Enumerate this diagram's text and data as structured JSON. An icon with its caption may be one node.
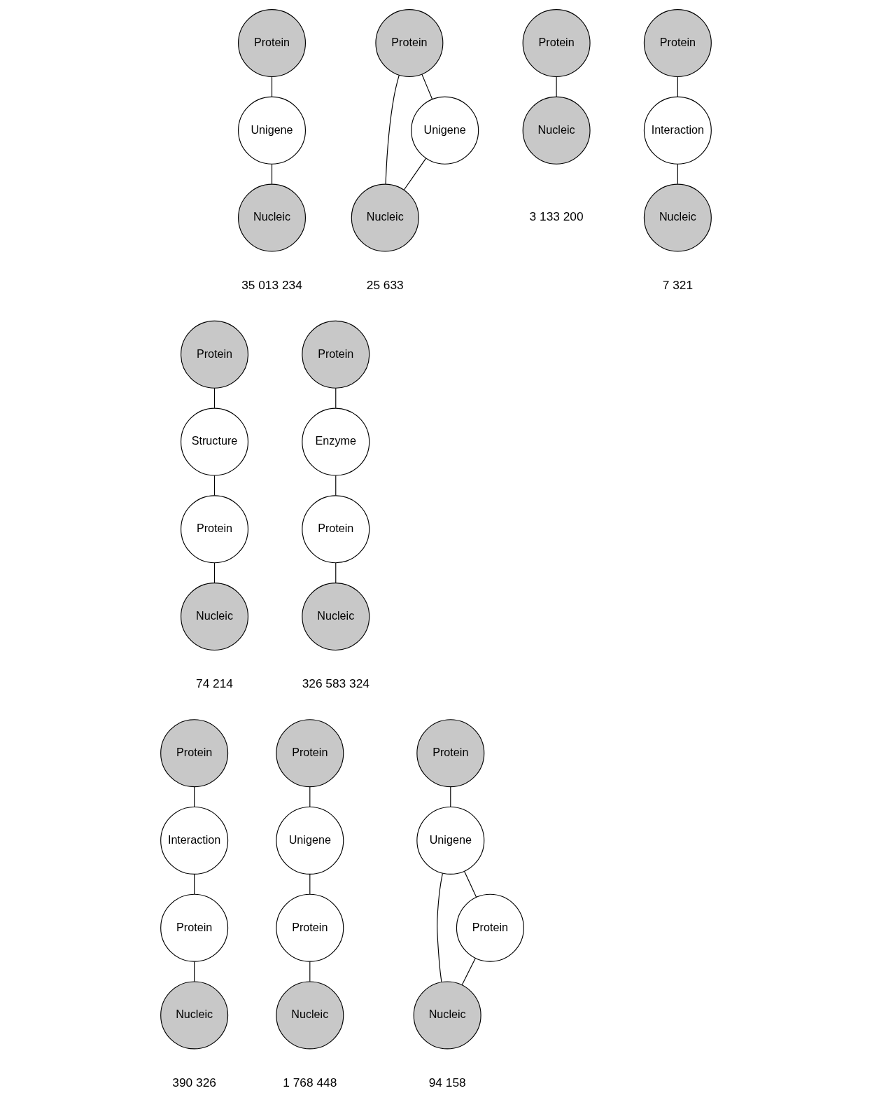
{
  "diagram": {
    "nodes": [
      {
        "text": [
          "Protein"
        ]
      },
      {
        "text": [
          "Nucleic"
        ]
      },
      {
        "text": [
          "Protein"
        ]
      },
      {
        "text": [
          "Interaction"
        ]
      },
      {
        "text": [
          "Nucleic"
        ]
      },
      {
        "text": [
          "Protein"
        ]
      },
      {
        "text": [
          "Unigene"
        ]
      },
      {
        "text": [
          "Nucleic"
        ]
      },
      {
        "text": [
          "Protein"
        ]
      },
      {
        "text": [
          "Unigene"
        ]
      },
      {
        "text": [
          "Nucleic"
        ]
      },
      {
        "text": [
          "Protein"
        ]
      },
      {
        "text": [
          "Enzyme"
        ]
      },
      {
        "text": [
          "Protein"
        ]
      },
      {
        "text": [
          "Nucleic"
        ]
      },
      {
        "text": [
          "Protein"
        ]
      },
      {
        "text": [
          "Structure"
        ]
      },
      {
        "text": [
          "Protein"
        ]
      },
      {
        "text": [
          "Nucleic"
        ]
      },
      {
        "text": [
          "Protein"
        ]
      },
      {
        "text": [
          "Interaction"
        ]
      },
      {
        "text": [
          "Protein"
        ]
      },
      {
        "text": [
          "Nucleic"
        ]
      },
      {
        "text": [
          "Protein"
        ]
      },
      {
        "text": [
          "Unigene"
        ]
      },
      {
        "text": [
          "Protein"
        ]
      },
      {
        "text": [
          "Nucleic"
        ]
      },
      {
        "text": [
          "Protein"
        ]
      },
      {
        "text": [
          "Unigene"
        ]
      },
      {
        "text": [
          "Protein"
        ]
      },
      {
        "text": [
          "Nucleic"
        ]
      }
    ],
    "edges": [
      {
        "from": 0,
        "to": 1,
        "arrow": "none"
      },
      {
        "from": 2,
        "to": 3,
        "arrow": "none"
      },
      {
        "from": 3,
        "to": 4,
        "arrow": "none"
      },
      {
        "from": 5,
        "to": 6,
        "arrow": "none"
      },
      {
        "from": 6,
        "to": 7,
        "arrow": "none"
      },
      {
        "from": 8,
        "to": 9,
        "arrow": "none"
      },
      {
        "from": 8,
        "to": 10,
        "arrow": "none"
      },
      {
        "from": 9,
        "to": 10,
        "arrow": "none"
      },
      {
        "from": 11,
        "to": 12,
        "arrow": "none"
      },
      {
        "from": 12,
        "to": 13,
        "arrow": "none"
      },
      {
        "from": 13,
        "to": 14,
        "arrow": "none"
      },
      {
        "from": 15,
        "to": 16,
        "arrow": "none"
      },
      {
        "from": 16,
        "to": 17,
        "arrow": "none"
      },
      {
        "from": 17,
        "to": 18,
        "arrow": "none"
      },
      {
        "from": 19,
        "to": 20,
        "arrow": "none"
      },
      {
        "from": 20,
        "to": 21,
        "arrow": "none"
      },
      {
        "from": 21,
        "to": 22,
        "arrow": "none"
      },
      {
        "from": 23,
        "to": 24,
        "arrow": "none"
      },
      {
        "from": 24,
        "to": 25,
        "arrow": "none"
      },
      {
        "from": 25,
        "to": 26,
        "arrow": "none"
      },
      {
        "from": 27,
        "to": 28,
        "arrow": "none"
      },
      {
        "from": 28,
        "to": 29,
        "arrow": "none"
      },
      {
        "from": 29,
        "to": 30,
        "arrow": "none"
      },
      {
        "from": 28,
        "to": 30,
        "arrow": "none"
      }
    ],
    "labels": [
      "3 133 200",
      "7 321",
      "35 013 234",
      "25 633",
      "326 583 324",
      "74 214",
      "390 326",
      "1 768 448",
      "94 158"
    ]
  }
}
